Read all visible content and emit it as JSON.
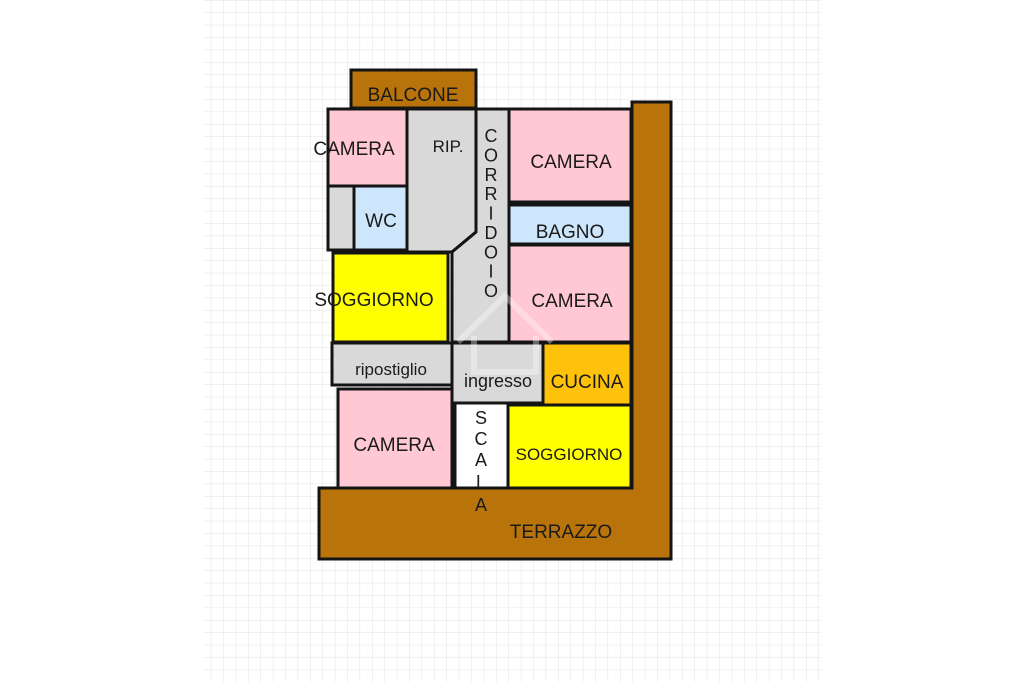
{
  "floorplan": {
    "colors": {
      "terrace": "#b8730a",
      "bedroom": "#ffc8d2",
      "bathroom": "#cde6fb",
      "living": "#ffff00",
      "kitchen": "#ffc20a",
      "service": "#d9d9d9",
      "stairs": "#ffffff",
      "wall": "#141414",
      "grid": "#e3e3e3"
    },
    "rooms": {
      "balcone": "BALCONE",
      "camera_top_left": "CAMERA",
      "rip": "RIP.",
      "corridoio": [
        "C",
        "O",
        "R",
        "R",
        "I",
        "D",
        "O",
        "I",
        "O"
      ],
      "camera_top_right": "CAMERA",
      "wc": "WC",
      "bagno": "BAGNO",
      "soggiorno_left": "SOGGIORNO",
      "camera_mid_right": "CAMERA",
      "ripostiglio": "ripostiglio",
      "ingresso": "ingresso",
      "cucina": "CUCINA",
      "camera_bottom_left": "CAMERA",
      "scala": [
        "S",
        "C",
        "A",
        "L",
        "A"
      ],
      "soggiorno_right": "SOGGIORNO",
      "terrazzo": "TERRAZZO"
    }
  }
}
